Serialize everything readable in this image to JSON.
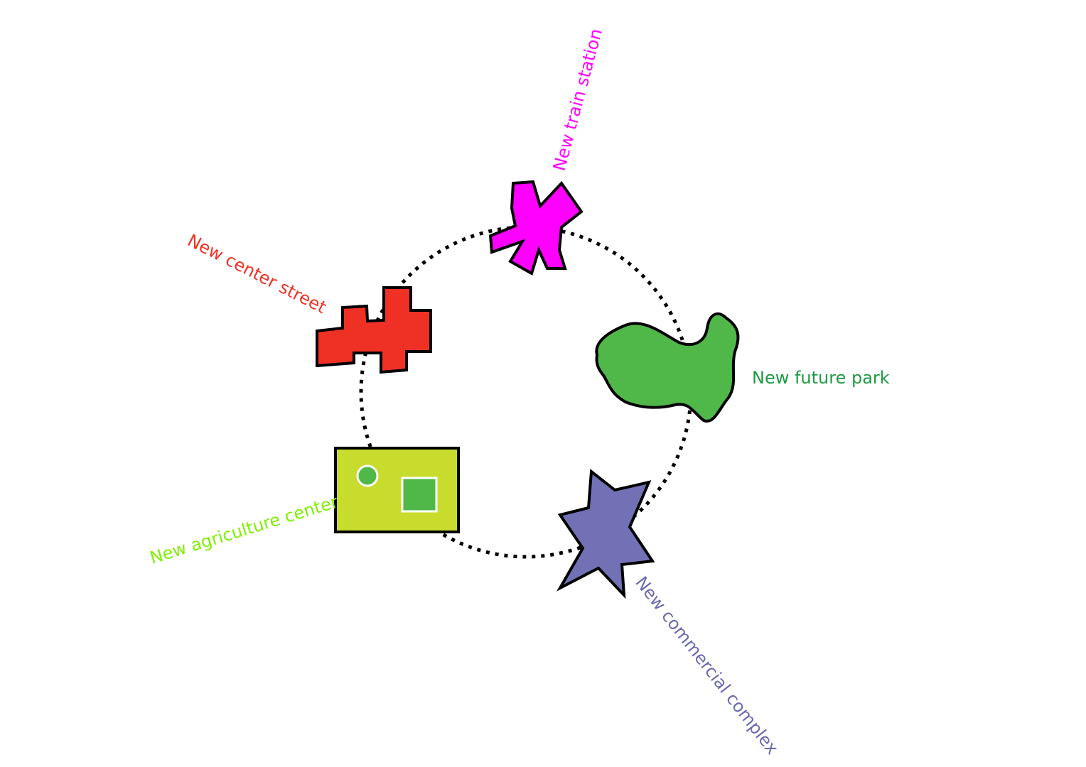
{
  "nodes": [
    {
      "id": "train-station",
      "label": "New train station",
      "color": "#ff00ff",
      "shape": "asterisk"
    },
    {
      "id": "center-street",
      "label": "New center street",
      "color": "#ee3124",
      "shape": "blocks"
    },
    {
      "id": "future-park",
      "label": "New future park",
      "color": "#50b848",
      "label_color": "#1e9a43",
      "shape": "blob"
    },
    {
      "id": "agriculture-center",
      "label": "New agriculture center",
      "color": "#c8dc2e",
      "label_color": "#7ff000",
      "inner_color": "#50b848",
      "shape": "rectangle"
    },
    {
      "id": "commercial-complex",
      "label": "New commercial complex",
      "color": "#7371b5",
      "label_color": "#6b6aaf",
      "shape": "star"
    }
  ],
  "ring": {
    "style": "dotted",
    "color": "#000000"
  }
}
